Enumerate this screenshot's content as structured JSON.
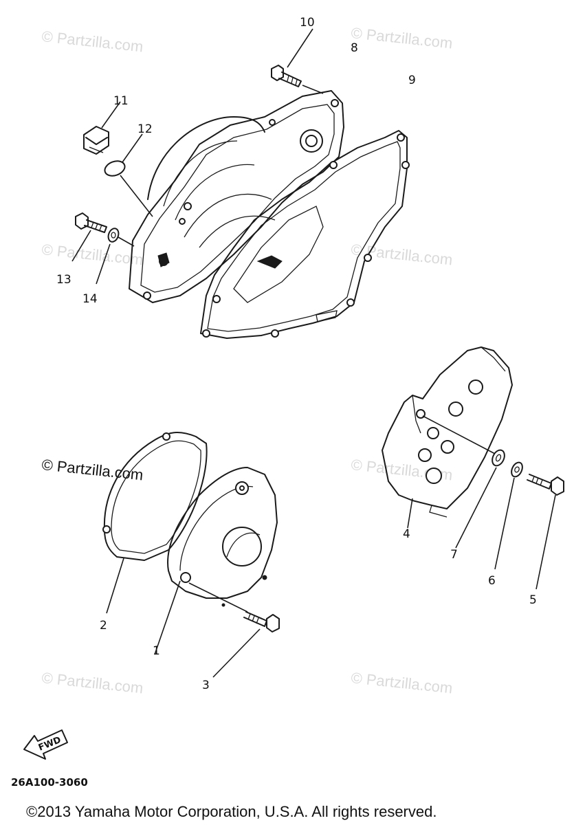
{
  "watermarks": {
    "text": "© Partzilla.com"
  },
  "part_labels": {
    "p1": "1",
    "p2": "2",
    "p3": "3",
    "p4": "4",
    "p5": "5",
    "p6": "6",
    "p7": "7",
    "p8": "8",
    "p9": "9",
    "p10": "10",
    "p11": "11",
    "p12": "12",
    "p13": "13",
    "p14": "14"
  },
  "fwd_badge": "FWD",
  "drawing_code": "26A100-3060",
  "copyright": "©2013 Yamaha Motor Corporation, U.S.A. All rights reserved."
}
